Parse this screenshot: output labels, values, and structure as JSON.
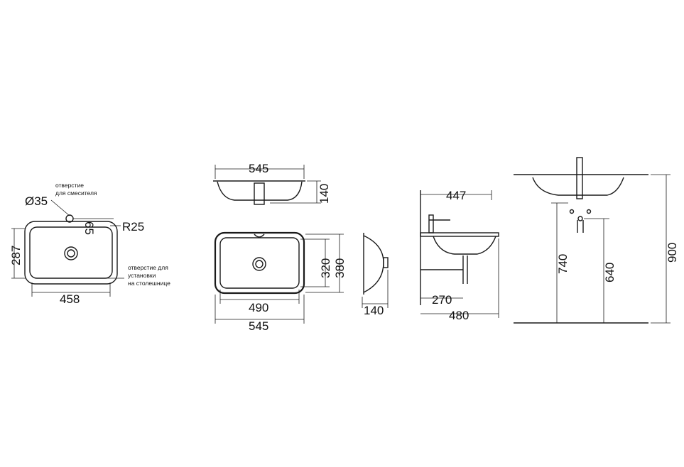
{
  "drawing": {
    "top_view": {
      "hole_diameter": "Ø35",
      "faucet_hole_note_1": "отверстие",
      "faucet_hole_note_2": "для смесителя",
      "offset": "65",
      "radius": "R25",
      "height": "287",
      "width": "458",
      "mount_note_1": "отверстие для",
      "mount_note_2": "установки",
      "mount_note_3": "на столешнице"
    },
    "front_view": {
      "top_width": "545",
      "depth": "140",
      "inner_depth": "320",
      "outer_depth": "380",
      "inner_width": "490",
      "outer_width": "545"
    },
    "side_view": {
      "depth": "140"
    },
    "section_view": {
      "top_depth": "447",
      "inner_depth": "270",
      "total_depth": "480"
    },
    "install_view": {
      "height_740": "740",
      "height_640": "640",
      "height_900": "900"
    }
  }
}
